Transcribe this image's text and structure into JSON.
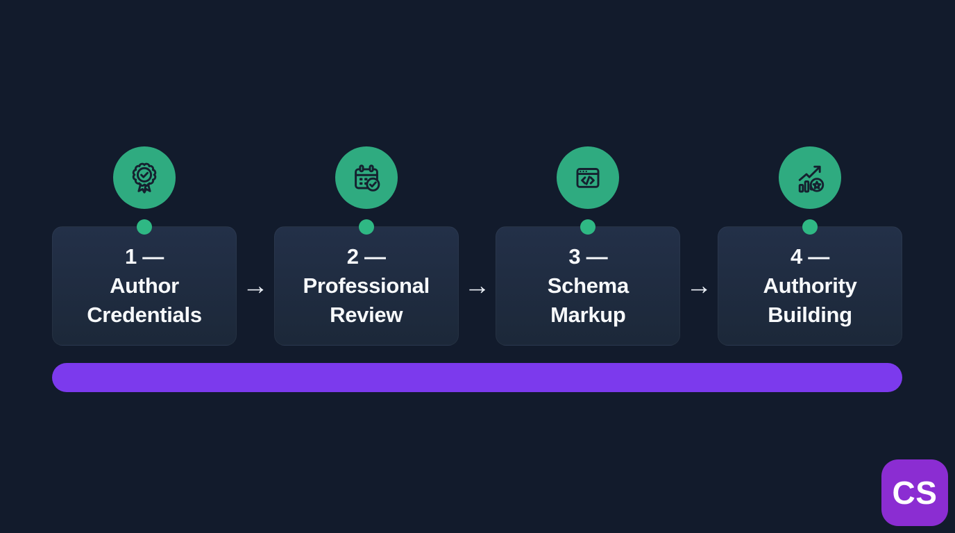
{
  "canvas": {
    "background": "#121b2c"
  },
  "colors": {
    "card_bg": "#1f2b40",
    "accent_green": "#2fab80",
    "dot_green": "#2fb884",
    "icon_stroke": "#15202f",
    "bar_purple": "#7c3aed",
    "logo_purple": "#8b2dd2",
    "text_white": "#f7f9fb",
    "arrow_white": "#e9eef5"
  },
  "steps": [
    {
      "number_label": "1 —",
      "title": "Author Credentials",
      "title_lines": [
        "Author",
        "Credentials"
      ],
      "icon": "award-badge-icon"
    },
    {
      "number_label": "2 —",
      "title": "Professional Review",
      "title_lines": [
        "Professional",
        "Review"
      ],
      "icon": "calendar-check-icon"
    },
    {
      "number_label": "3 —",
      "title": "Schema Markup",
      "title_lines": [
        "Schema",
        "Markup"
      ],
      "icon": "browser-code-icon"
    },
    {
      "number_label": "4 —",
      "title": "Authority Building",
      "title_lines": [
        "Authority",
        "Building"
      ],
      "icon": "chart-growth-star-icon"
    }
  ],
  "connector_arrow": "→",
  "logo": {
    "text": "CS"
  }
}
